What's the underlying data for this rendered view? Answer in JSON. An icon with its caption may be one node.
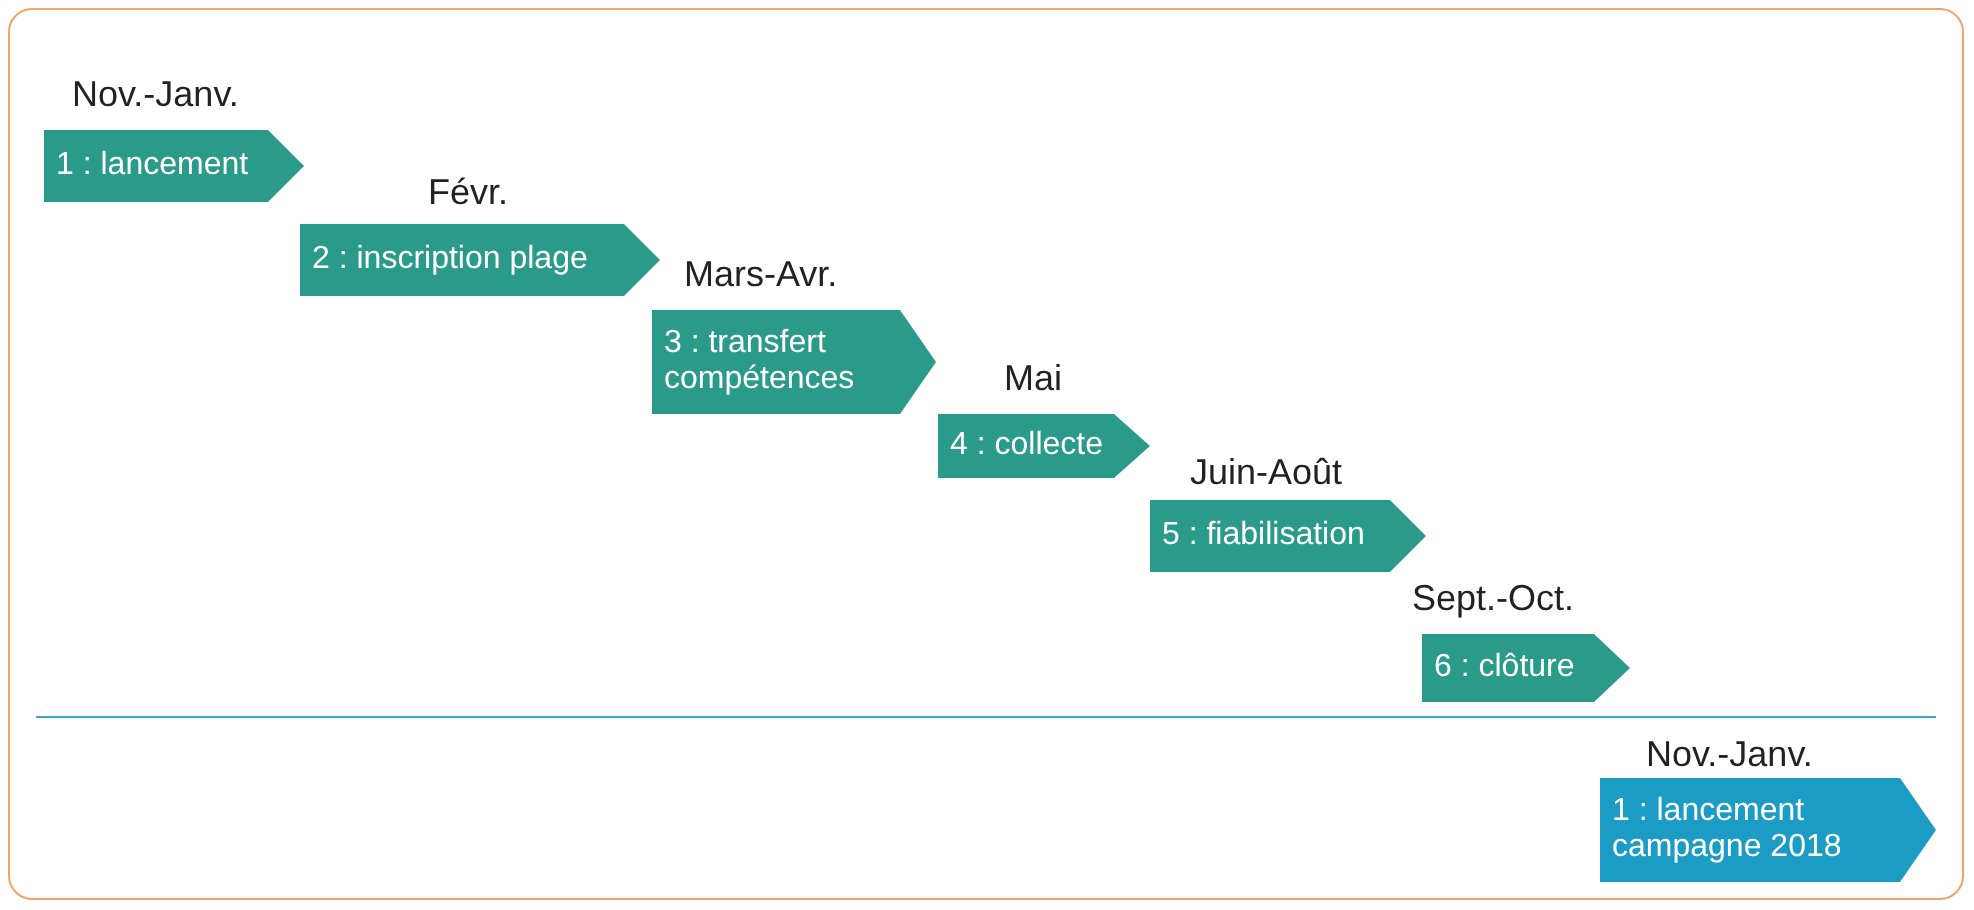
{
  "diagram": {
    "nodes": [
      {
        "text": [
          "1 : lancement"
        ],
        "beside": [
          "Nov.-Janv."
        ]
      },
      {
        "text": [
          "2 : inscription plage"
        ],
        "beside": [
          "Févr."
        ]
      },
      {
        "text": [
          "3 : transfert compétences"
        ],
        "beside": [
          "Mars-Avr."
        ]
      },
      {
        "text": [
          "4 : collecte"
        ],
        "beside": [
          "Mai"
        ]
      },
      {
        "text": [
          "5 : fiabilisation"
        ],
        "beside": [
          "Juin-Août"
        ]
      },
      {
        "text": [
          "6 : clôture"
        ],
        "beside": [
          "Sept.-Oct."
        ]
      },
      {
        "text": [
          "1 : lancement campagne 2018"
        ],
        "beside": [
          "Nov.-Janv."
        ]
      }
    ]
  }
}
